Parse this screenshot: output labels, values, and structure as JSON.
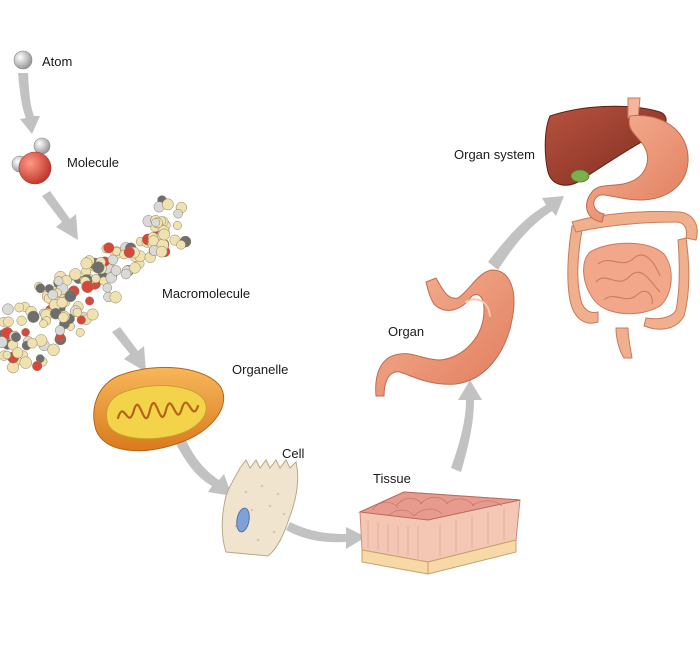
{
  "labels": {
    "atom": "Atom",
    "molecule": "Molecule",
    "macromolecule": "Macromolecule",
    "organelle": "Organelle",
    "cell": "Cell",
    "tissue": "Tissue",
    "organ": "Organ",
    "organ_system": "Organ system"
  },
  "colors": {
    "arrow": "#c2c2c2",
    "oxygen": "#d8473c",
    "hydrogen": "#d9d9d9",
    "carbon": "#6e6e6e",
    "nitrogen_bead": "#efe2b0",
    "mitochondrion_outer": "#e8912f",
    "mitochondrion_inner": "#f2d34a",
    "cell": "#f1e4cf",
    "nucleus": "#7fa2d6",
    "tissue_top": "#e79a8e",
    "tissue_side": "#f4c7b4",
    "stomach": "#ef9a7a",
    "liver": "#9a3e2e",
    "intestine": "#f0a98c",
    "gallbladder": "#7bb04a"
  }
}
